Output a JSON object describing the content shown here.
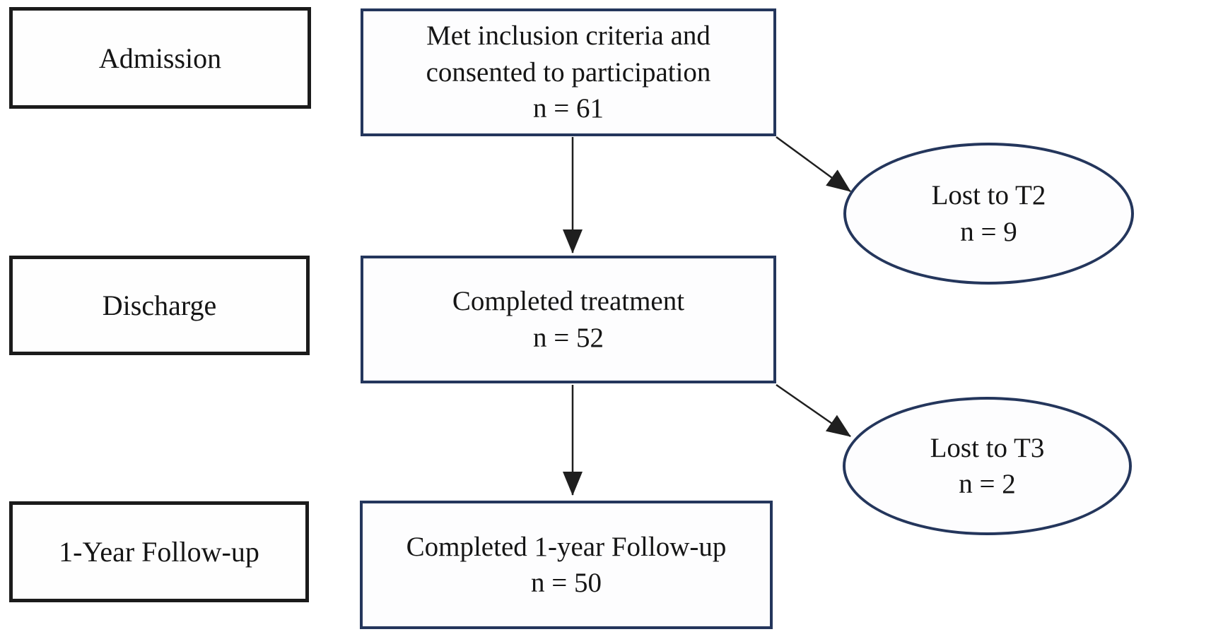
{
  "diagram": {
    "type": "participant-flowchart",
    "stages": [
      {
        "label": "Admission"
      },
      {
        "label": "Discharge"
      },
      {
        "label": "1-Year Follow-up"
      }
    ],
    "flow": [
      {
        "text": "Met inclusion criteria and consented to participation",
        "n": "n = 61"
      },
      {
        "text": "Completed treatment",
        "n": "n = 52"
      },
      {
        "text": "Completed 1-year Follow-up",
        "n": "n = 50"
      }
    ],
    "dropouts": [
      {
        "text": "Lost to T2",
        "n": "n = 9"
      },
      {
        "text": "Lost to T3",
        "n": "n = 2"
      }
    ],
    "colors": {
      "flow_border": "#24365c",
      "stage_border": "#1b1b1b",
      "arrow": "#1f1f1f",
      "text": "#151515",
      "background": "#ffffff"
    }
  }
}
